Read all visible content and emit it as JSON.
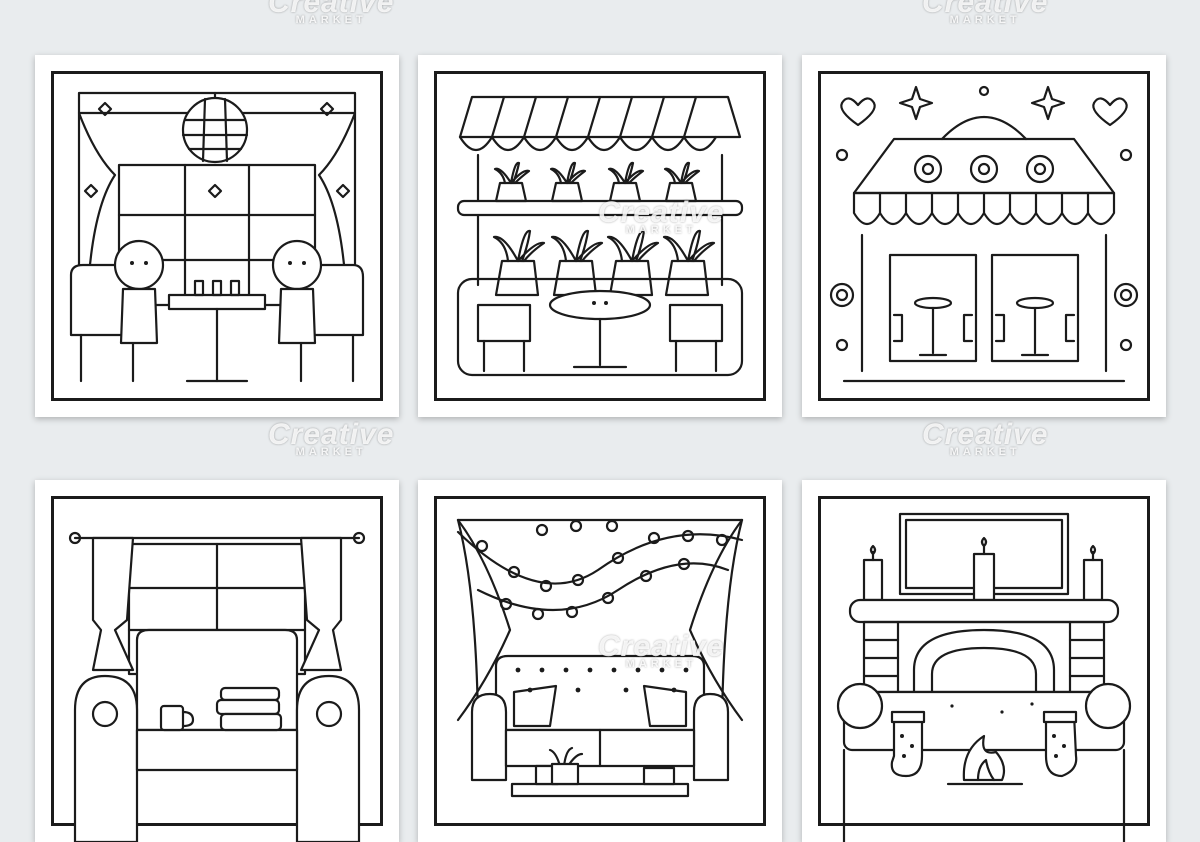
{
  "watermark": {
    "brand": "Creative",
    "sub": "MARKET"
  },
  "pages": [
    {
      "id": "disco-cafe-window",
      "icon": "disco-ball-icon"
    },
    {
      "id": "plant-shop-counter",
      "icon": "potted-plant-icon"
    },
    {
      "id": "cafe-storefront",
      "icon": "storefront-icon"
    },
    {
      "id": "reading-armchair",
      "icon": "armchair-icon"
    },
    {
      "id": "string-lights-sofa",
      "icon": "sofa-icon"
    },
    {
      "id": "fireplace-stockings",
      "icon": "fireplace-icon"
    }
  ],
  "colors": {
    "ink": "#1b1b1b",
    "paper": "#ffffff",
    "background": "#e9ecee"
  }
}
